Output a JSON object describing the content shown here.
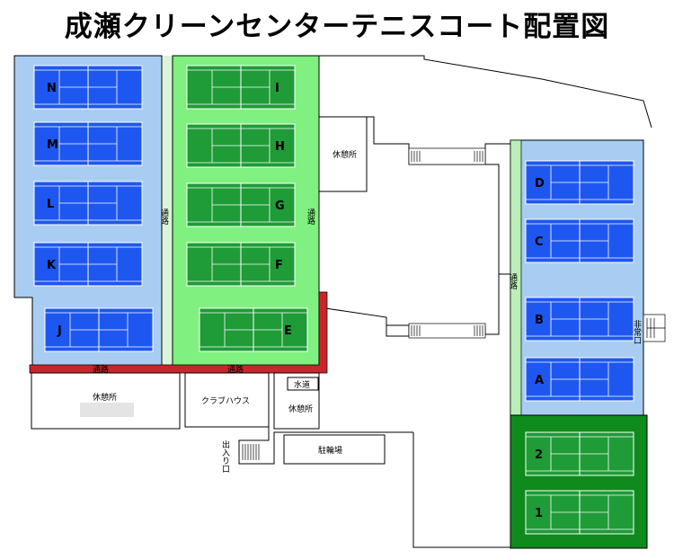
{
  "title": "成瀬クリーンセンターテニスコート配置図",
  "labels": {
    "rest_area": "休憩所",
    "passage": "通路",
    "clubhouse": "クラブハウス",
    "water": "水道",
    "parking": "駐輪場",
    "entrance": "出入り口",
    "emergency_exit": "非常口"
  },
  "courts": {
    "N": "N",
    "M": "M",
    "L": "L",
    "K": "K",
    "J": "J",
    "I": "I",
    "H": "H",
    "G": "G",
    "F": "F",
    "E": "E",
    "D": "D",
    "C": "C",
    "B": "B",
    "A": "A",
    "two": "2",
    "one": "1"
  },
  "colors": {
    "hard_court": "#1e57f0",
    "hard_area": "#a9cdf2",
    "grass_court": "#1f9b37",
    "grass_area": "#80f080",
    "red_passage": "#c8262a",
    "dark_green_area": "#0f8a1c"
  }
}
